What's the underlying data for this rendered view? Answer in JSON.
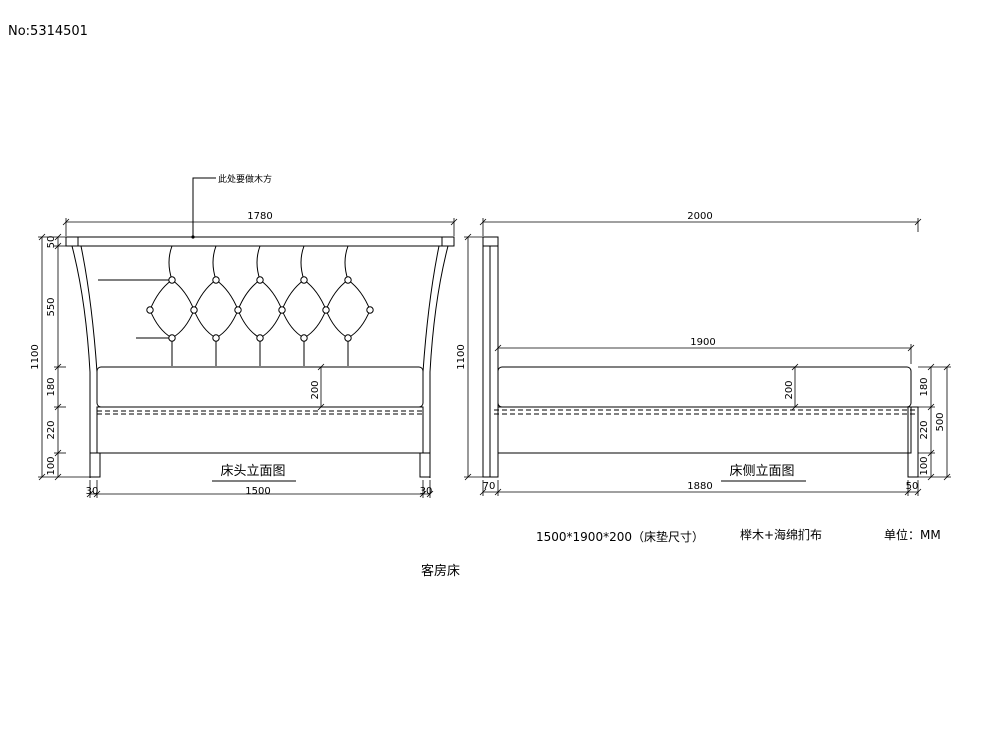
{
  "header": {
    "id_label": "No:5314501"
  },
  "headboard_view": {
    "title": "床头立面图",
    "note": "此处要做木方",
    "dims": {
      "overall_width": "1780",
      "inner_width": "1500",
      "left_offset": "30",
      "right_offset": "30",
      "cap": "50",
      "panel": "550",
      "total_height": "1100",
      "mattress": "180",
      "rail": "220",
      "leg": "100",
      "mattress_thickness": "200"
    }
  },
  "side_view": {
    "title": "床侧立面图",
    "dims": {
      "overall_length": "2000",
      "mattress_length": "1900",
      "total_height": "1100",
      "mattress_thickness": "200",
      "inner_length": "1880",
      "front_offset": "70",
      "rear_offset": "50",
      "mattress": "180",
      "rail": "220",
      "leg": "100",
      "foot_height": "500"
    }
  },
  "notes": {
    "mattress_size": "1500*1900*200（床垫尺寸）",
    "material": "榉木+海绵扪布",
    "unit": "单位：MM",
    "caption": "客房床"
  }
}
